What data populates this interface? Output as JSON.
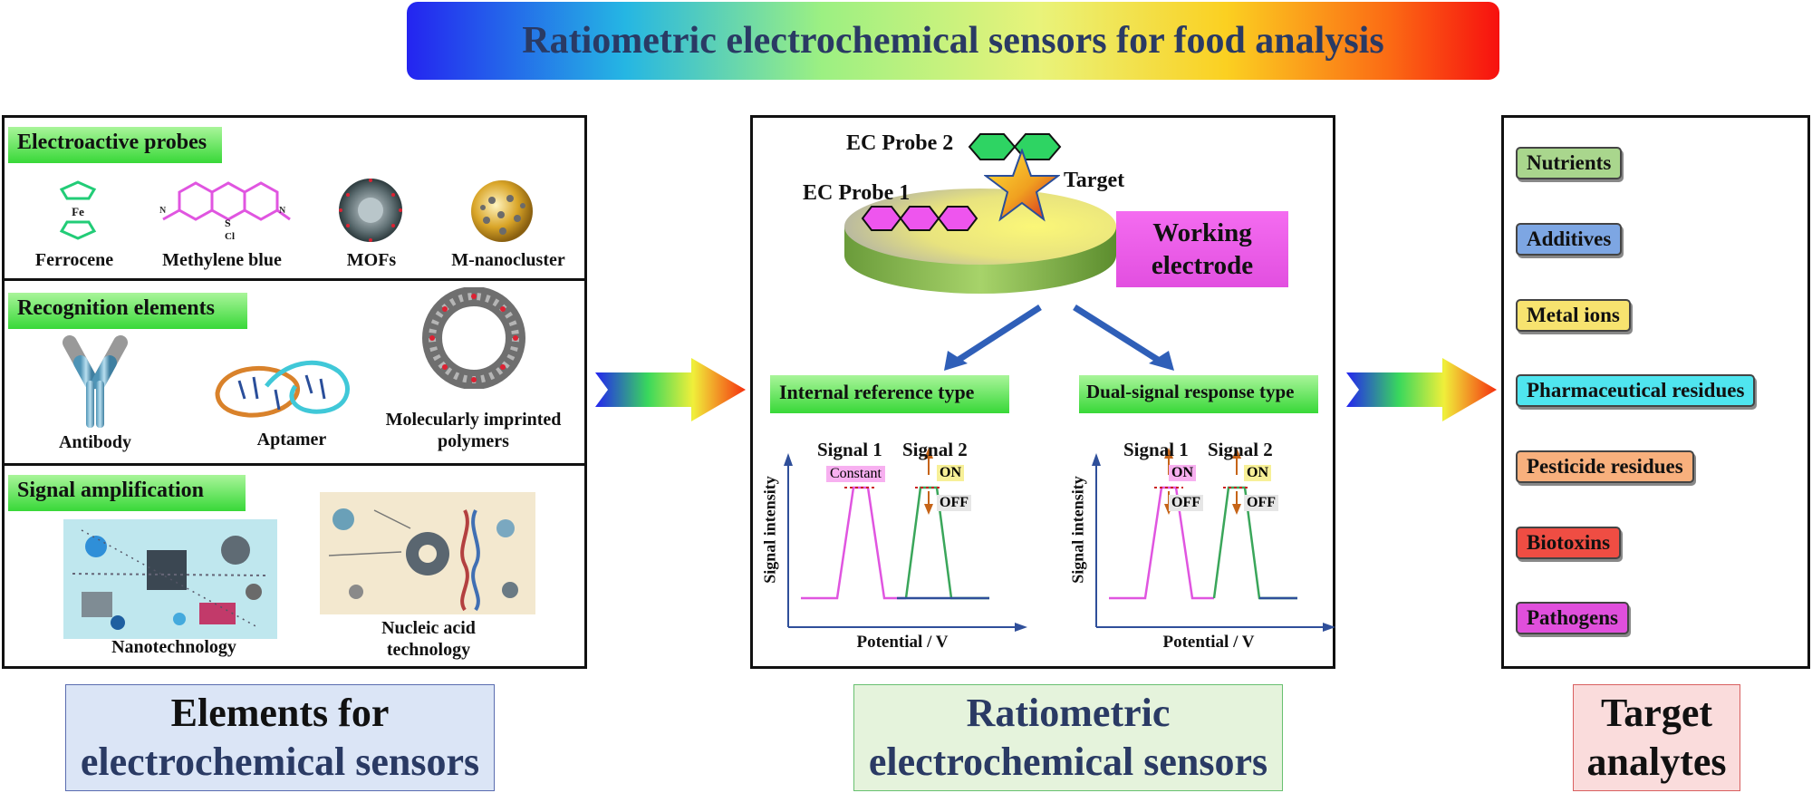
{
  "title": "Ratiometric electrochemical sensors for food analysis",
  "left_panel": {
    "sections": [
      {
        "title": "Electroactive probes",
        "items": [
          "Ferrocene",
          "Methylene blue",
          "MOFs",
          "M-nanocluster"
        ]
      },
      {
        "title": "Recognition elements",
        "items": [
          "Antibody",
          "Aptamer",
          "Molecularly imprinted polymers"
        ]
      },
      {
        "title": "Signal amplification",
        "items": [
          "Nanotechnology",
          "Nucleic acid technology"
        ]
      }
    ],
    "chem_labels": {
      "fe": "Fe",
      "s": "S",
      "cl": "Cl",
      "n": "N"
    }
  },
  "middle_panel": {
    "probe2": "EC Probe 2",
    "probe1": "EC Probe 1",
    "target": "Target",
    "electrode": "Working electrode",
    "types": [
      "Internal reference type",
      "Dual-signal response type"
    ],
    "signal1": "Signal 1",
    "signal2": "Signal 2",
    "constant": "Constant",
    "on": "ON",
    "off": "OFF",
    "ylabel": "Signal intensity",
    "xlabel": "Potential / V"
  },
  "right_panel": {
    "analytes": [
      {
        "label": "Nutrients",
        "color": "#a9d68d"
      },
      {
        "label": "Additives",
        "color": "#7da6e3"
      },
      {
        "label": "Metal ions",
        "color": "#f7e36f"
      },
      {
        "label": "Pharmaceutical residues",
        "color": "#4fe5ef"
      },
      {
        "label": "Pesticide residues",
        "color": "#f8b07d"
      },
      {
        "label": "Biotoxins",
        "color": "#ef4d43"
      },
      {
        "label": "Pathogens",
        "color": "#e04fdc"
      }
    ]
  },
  "bottom_labels": {
    "left": [
      "Elements for",
      "electrochemical sensors"
    ],
    "middle": [
      "Ratiometric",
      "electrochemical sensors"
    ],
    "right": [
      "Target",
      "analytes"
    ]
  },
  "colors": {
    "title_text": "#2a3a64",
    "green_label": "#38d838",
    "magenta": "#e055e0",
    "green_line": "#3aa65a",
    "axis_blue": "#2f4f9a"
  }
}
